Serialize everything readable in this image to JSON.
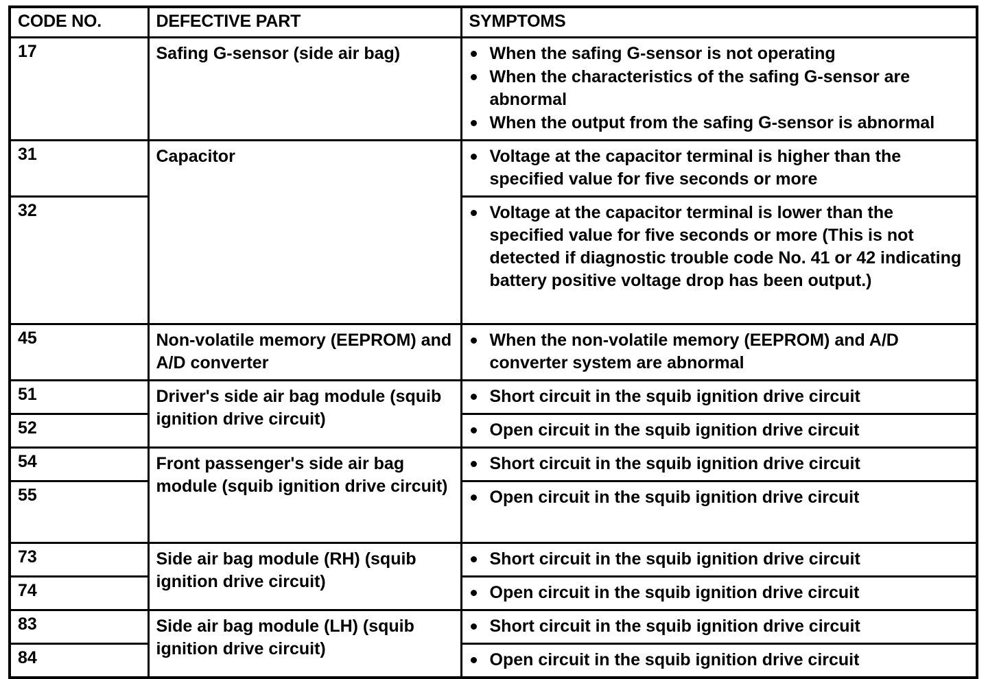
{
  "table": {
    "headers": {
      "code": "CODE NO.",
      "part": "DEFECTIVE PART",
      "symptoms": "SYMPTOMS"
    },
    "rows": [
      {
        "code": "17",
        "part": "Safing G-sensor (side air bag)",
        "symptoms": [
          "When the safing G-sensor is not operating",
          "When the characteristics of the safing G-sensor are abnormal",
          "When the output from the safing G-sensor is abnormal"
        ]
      },
      {
        "code": "31",
        "part": "Capacitor",
        "symptoms": [
          "Voltage at the capacitor terminal is higher than the specified value for five seconds or more"
        ]
      },
      {
        "code": "32",
        "part": "",
        "symptoms": [
          "Voltage at the capacitor terminal is lower than the specified value for five seconds or more (This is not detected if diagnostic trouble code No. 41 or 42 indicating battery positive voltage drop has been output.)"
        ]
      },
      {
        "code": "45",
        "part": "Non-volatile memory (EEPROM) and A/D converter",
        "symptoms": [
          "When the non-volatile memory (EEPROM) and A/D converter system are abnormal"
        ]
      },
      {
        "code": "51",
        "part": "Driver's side air bag module (squib ignition drive circuit)",
        "symptoms": [
          "Short circuit in the squib ignition drive circuit"
        ]
      },
      {
        "code": "52",
        "part": "",
        "symptoms": [
          "Open circuit in the squib ignition drive circuit"
        ]
      },
      {
        "code": "54",
        "part": "Front passenger's side air bag module (squib ignition drive circuit)",
        "symptoms": [
          "Short circuit in the squib ignition drive circuit"
        ]
      },
      {
        "code": "55",
        "part": "",
        "symptoms": [
          "Open circuit in the squib ignition drive circuit"
        ]
      },
      {
        "code": "73",
        "part": "Side air bag module (RH) (squib ignition drive circuit)",
        "symptoms": [
          "Short circuit in the squib ignition drive circuit"
        ]
      },
      {
        "code": "74",
        "part": "",
        "symptoms": [
          "Open circuit in the squib ignition drive circuit"
        ]
      },
      {
        "code": "83",
        "part": "Side air bag module (LH) (squib ignition drive circuit)",
        "symptoms": [
          "Short circuit in the squib ignition drive circuit"
        ]
      },
      {
        "code": "84",
        "part": "",
        "symptoms": [
          "Open circuit in the squib ignition drive circuit"
        ]
      }
    ]
  }
}
